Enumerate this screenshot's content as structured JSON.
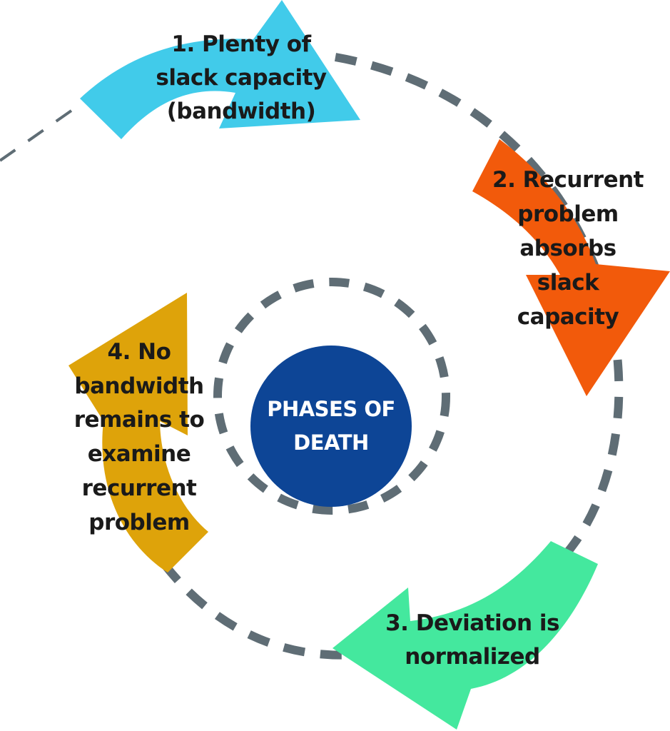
{
  "title": "Phases of Death cycle diagram",
  "center": {
    "lines": [
      "PHASES OF",
      "DEATH"
    ],
    "color": "#0d4596"
  },
  "phases": [
    {
      "number": 1,
      "lines": [
        "1. Plenty of",
        "slack capacity",
        "(bandwidth)"
      ],
      "color": "#41cbea",
      "direction": "clockwise"
    },
    {
      "number": 2,
      "lines": [
        "2. Recurrent",
        "problem",
        "absorbs",
        "slack",
        "capacity"
      ],
      "color": "#f25a0b",
      "direction": "clockwise"
    },
    {
      "number": 3,
      "lines": [
        "3. Deviation is",
        "normalized"
      ],
      "color": "#44e89e",
      "direction": "clockwise"
    },
    {
      "number": 4,
      "lines": [
        "4. No",
        "bandwidth",
        "remains to",
        "examine",
        "recurrent",
        "problem"
      ],
      "color": "#dea30a",
      "direction": "clockwise"
    }
  ],
  "connector_color": "#5f6d75"
}
